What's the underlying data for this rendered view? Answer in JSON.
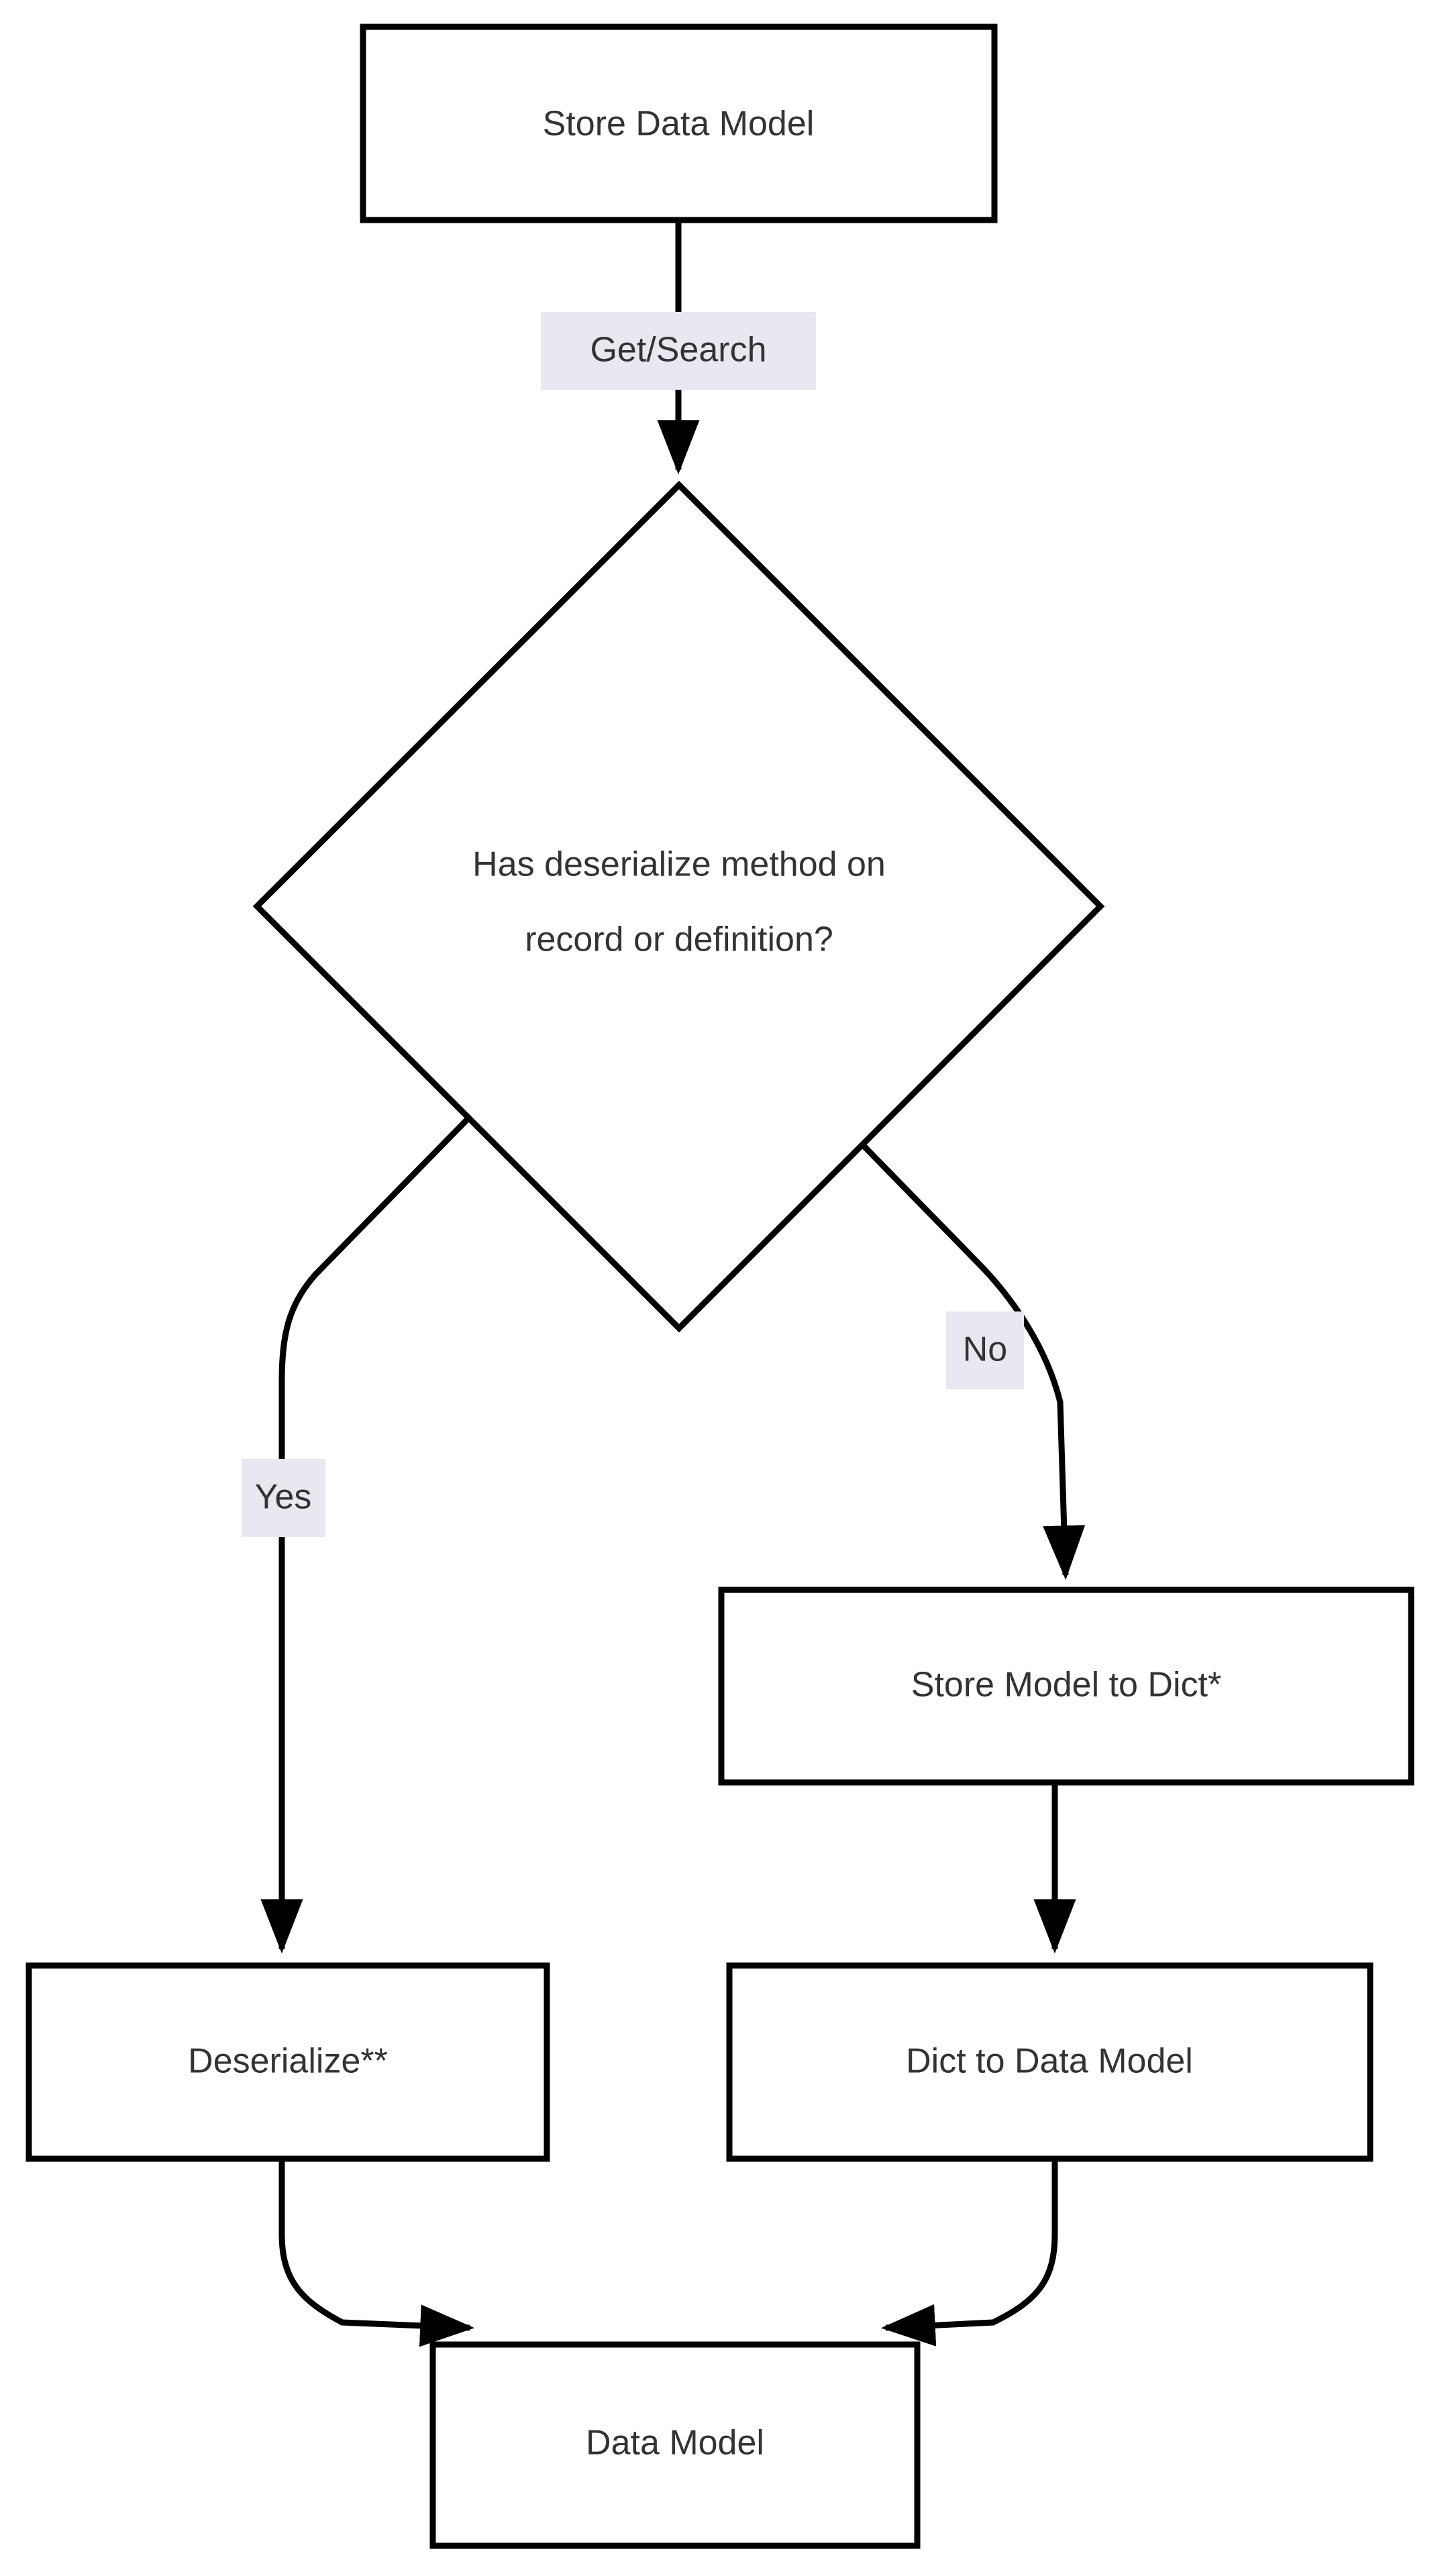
{
  "diagram": {
    "type": "flowchart",
    "orientation": "top-to-bottom",
    "background_color": "#ffffff",
    "node_fill_color": "#ffffff",
    "node_stroke_color": "#000000",
    "text_color": "#333333",
    "edge_label_background_color": "#e8e8f0",
    "nodes": [
      {
        "id": "store-data-model",
        "shape": "rectangle",
        "label": "Store Data Model"
      },
      {
        "id": "has-deserialize-method",
        "shape": "diamond",
        "label_line_1": "Has deserialize method on",
        "label_line_2": "record or definition?"
      },
      {
        "id": "store-model-to-dict",
        "shape": "rectangle",
        "label": "Store Model to Dict*"
      },
      {
        "id": "deserialize",
        "shape": "rectangle",
        "label": "Deserialize**"
      },
      {
        "id": "dict-to-data-model",
        "shape": "rectangle",
        "label": "Dict to Data Model"
      },
      {
        "id": "data-model",
        "shape": "rectangle",
        "label": "Data Model"
      }
    ],
    "edges": [
      {
        "id": "edge-store-to-decision",
        "from": "store-data-model",
        "to": "has-deserialize-method",
        "label": "Get/Search"
      },
      {
        "id": "edge-decision-yes",
        "from": "has-deserialize-method",
        "to": "deserialize",
        "label": "Yes"
      },
      {
        "id": "edge-decision-no",
        "from": "has-deserialize-method",
        "to": "store-model-to-dict",
        "label": "No"
      },
      {
        "id": "edge-dict-to-model",
        "from": "store-model-to-dict",
        "to": "dict-to-data-model",
        "label": ""
      },
      {
        "id": "edge-deserialize-to-result",
        "from": "deserialize",
        "to": "data-model",
        "label": ""
      },
      {
        "id": "edge-dictmodel-to-result",
        "from": "dict-to-data-model",
        "to": "data-model",
        "label": ""
      }
    ]
  }
}
